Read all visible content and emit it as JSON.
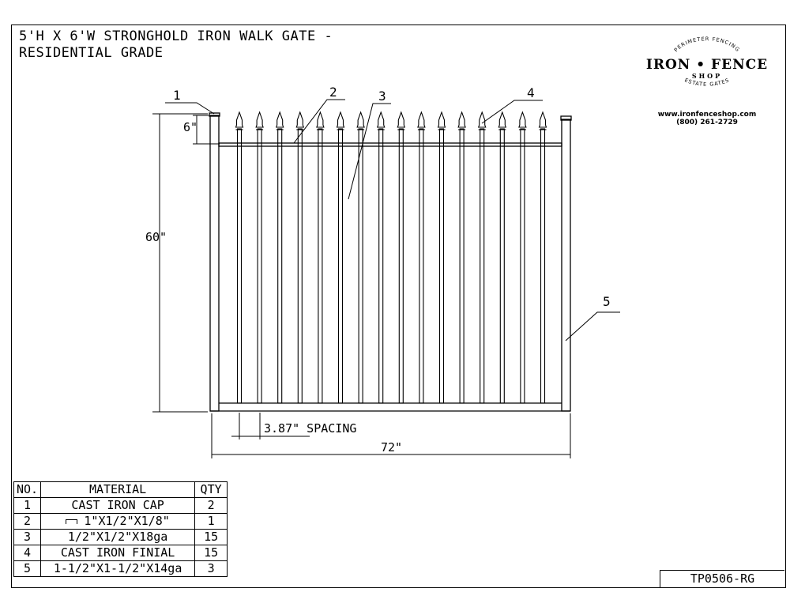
{
  "title": {
    "line1": "5'H X 6'W STRONGHOLD IRON WALK GATE -",
    "line2": "RESIDENTIAL GRADE"
  },
  "logo": {
    "arc_top": "PERIMETER FENCING",
    "main": "IRON • FENCE",
    "shop": "SHOP",
    "arc_bottom": "ESTATE GATES",
    "website": "www.ironfenceshop.com",
    "phone": "(800) 261-2729"
  },
  "drawing": {
    "callouts": [
      "1",
      "2",
      "3",
      "4",
      "5"
    ],
    "dim_finial": "6\"",
    "dim_height": "60\"",
    "dim_spacing": "3.87\" SPACING",
    "dim_width": "72\"",
    "picket_count": 16
  },
  "bom": {
    "headers": {
      "no": "NO.",
      "material": "MATERIAL",
      "qty": "QTY"
    },
    "rows": [
      {
        "no": "1",
        "material": "CAST IRON CAP",
        "qty": "2",
        "channel_icon": false
      },
      {
        "no": "2",
        "material": "1\"X1/2\"X1/8\"",
        "qty": "1",
        "channel_icon": true
      },
      {
        "no": "3",
        "material": "1/2\"X1/2\"X18ga",
        "qty": "15",
        "channel_icon": false
      },
      {
        "no": "4",
        "material": "CAST IRON FINIAL",
        "qty": "15",
        "channel_icon": false
      },
      {
        "no": "5",
        "material": "1-1/2\"X1-1/2\"X14ga",
        "qty": "3",
        "channel_icon": false
      }
    ]
  },
  "part_number": "TP0506-RG"
}
